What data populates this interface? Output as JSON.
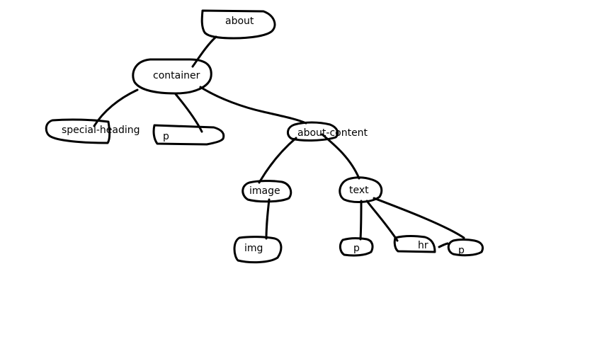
{
  "nodes": {
    "about": "about",
    "container": "container",
    "special_heading": "special-heading",
    "p_container": "p",
    "about_content": "about-content",
    "image": "image",
    "img": "img",
    "text": "text",
    "p_text_1": "p",
    "hr": "hr",
    "p_text_2": "p"
  }
}
